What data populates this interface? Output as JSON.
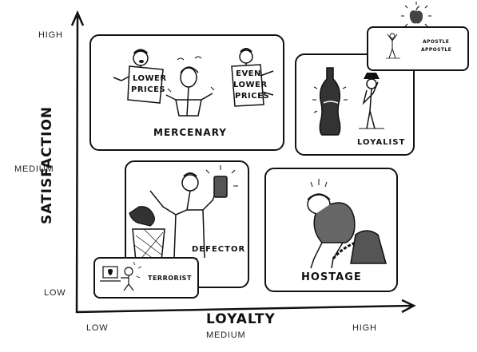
{
  "axes": {
    "x_title": "LOYALTY",
    "y_title": "SATISFACTION",
    "x_ticks": [
      "LOW",
      "MEDIUM",
      "HIGH"
    ],
    "y_ticks": [
      "HIGH",
      "MEDIUM",
      "LOW"
    ]
  },
  "panels": {
    "mercenary": {
      "title": "MERCENARY",
      "sign_left": [
        "LOWER",
        "PRICES"
      ],
      "sign_right": [
        "EVEN",
        "LOWER",
        "PRICES"
      ]
    },
    "loyalist": {
      "title": "LOYALIST"
    },
    "apostle": {
      "title_line1": "APOSTLE",
      "title_line2": "APPOSTLE"
    },
    "defector": {
      "title": "DEFECTOR"
    },
    "hostage": {
      "title": "HOSTAGE"
    },
    "terrorist": {
      "title": "TERRORIST"
    }
  }
}
